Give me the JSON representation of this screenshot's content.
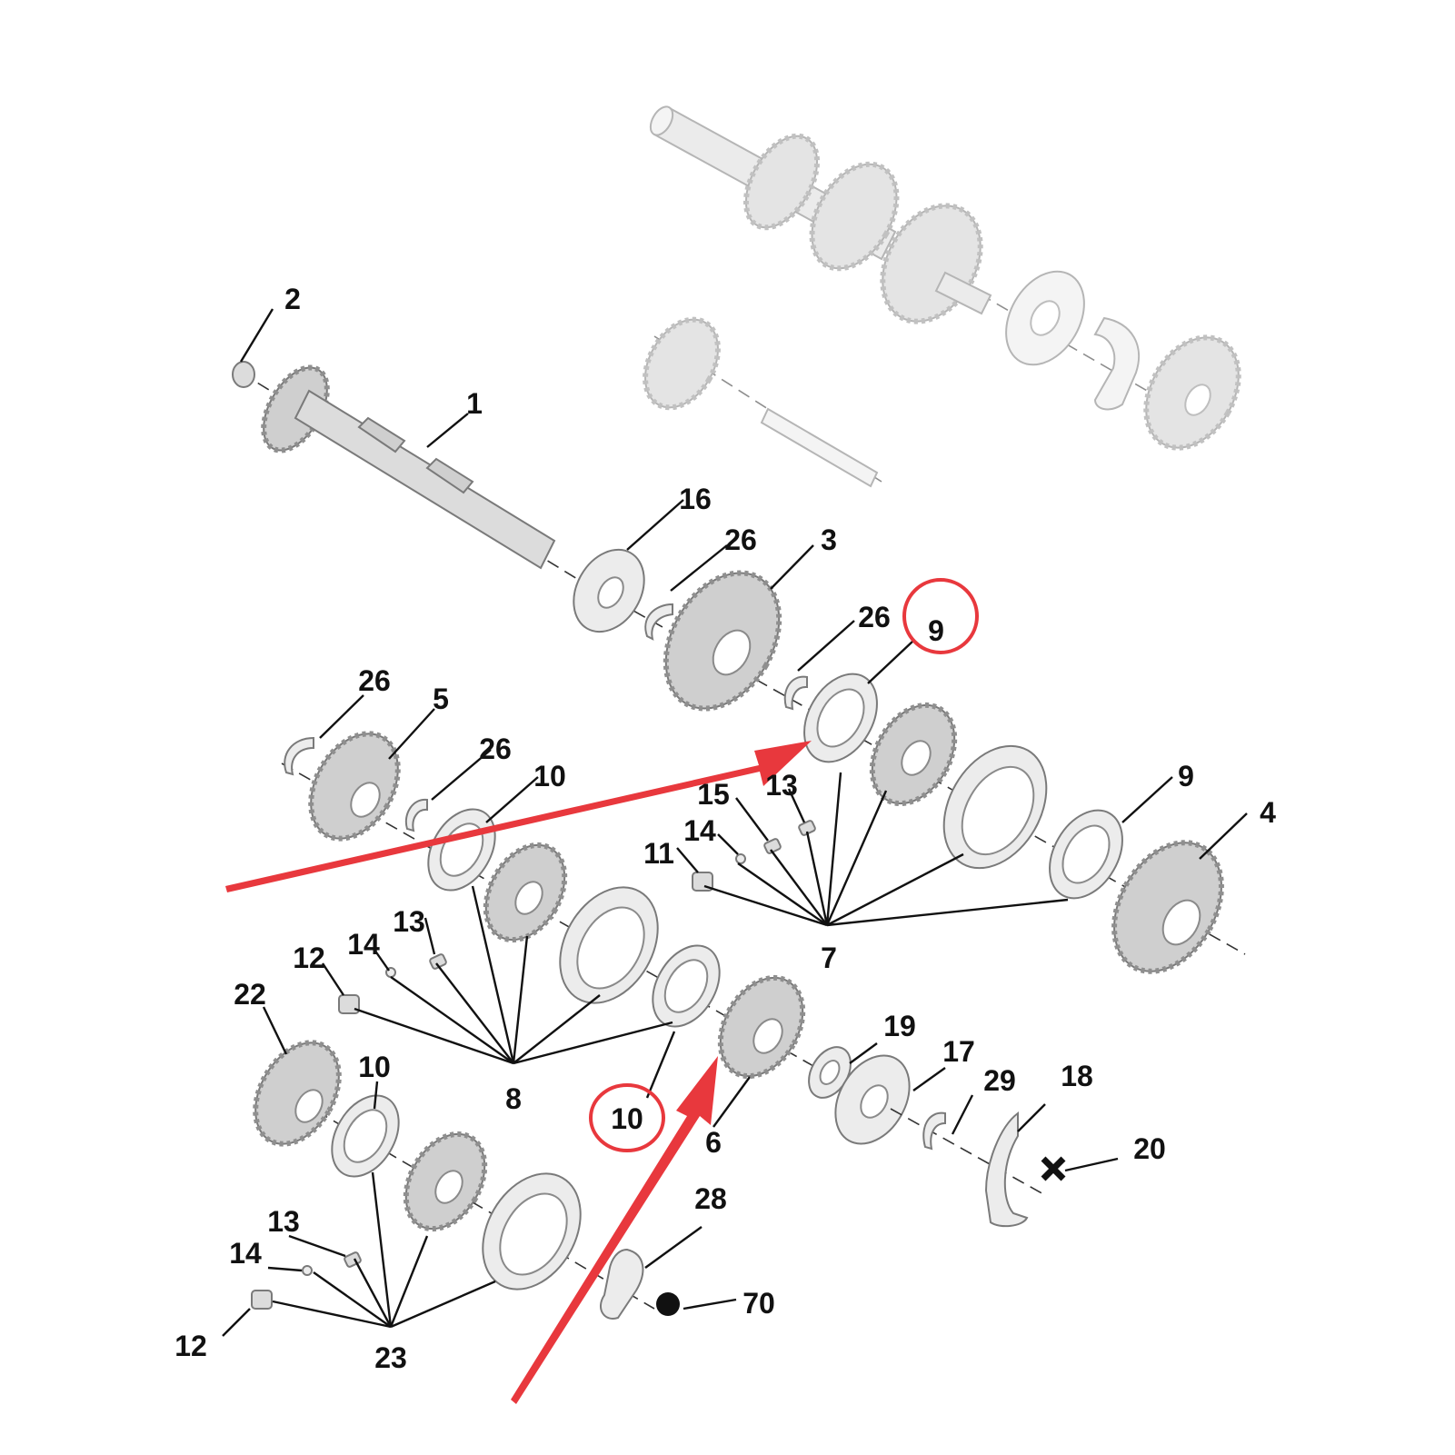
{
  "labels": {
    "l1": "1",
    "l2": "2",
    "l3": "3",
    "l4": "4",
    "l5": "5",
    "l6": "6",
    "l7": "7",
    "l8": "8",
    "l9_top": "9",
    "l9_right": "9",
    "l10_upper": "10",
    "l10_left": "10",
    "l10_mid": "10",
    "l11": "11",
    "l12_upper": "12",
    "l12_lower": "12",
    "l13_right": "13",
    "l13_mid": "13",
    "l13_lower": "13",
    "l14_right": "14",
    "l14_mid": "14",
    "l14_lower": "14",
    "l15": "15",
    "l16": "16",
    "l17": "17",
    "l18": "18",
    "l19": "19",
    "l20": "20",
    "l22": "22",
    "l23": "23",
    "l26_top": "26",
    "l26_right": "26",
    "l26_left": "26",
    "l26_mid": "26",
    "l28": "28",
    "l29": "29",
    "l70": "70"
  },
  "colors": {
    "highlight": "#e8383d",
    "part_shade": "#cfcfcf",
    "lead_line": "#111111"
  }
}
